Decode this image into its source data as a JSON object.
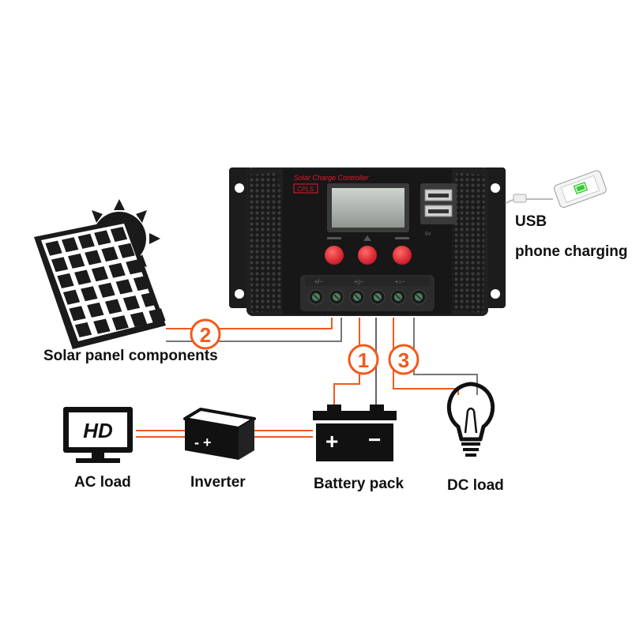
{
  "controller": {
    "title": "Solar Charge Controller",
    "model": "CPLS"
  },
  "labels": {
    "solar_panel": "Solar panel components",
    "usb": "USB",
    "phone_charging": "phone charging",
    "ac_load": "AC load",
    "inverter": "Inverter",
    "battery_pack": "Battery pack",
    "dc_load": "DC load"
  },
  "badges": {
    "solar": "2",
    "battery": "1",
    "load": "3"
  },
  "tv_screen_text": "HD",
  "colors": {
    "accent_orange": "#f05a1e",
    "button_red": "#e3192b",
    "controller_body": "#1c1c1c",
    "panel_blue": "#1b1b1b"
  }
}
